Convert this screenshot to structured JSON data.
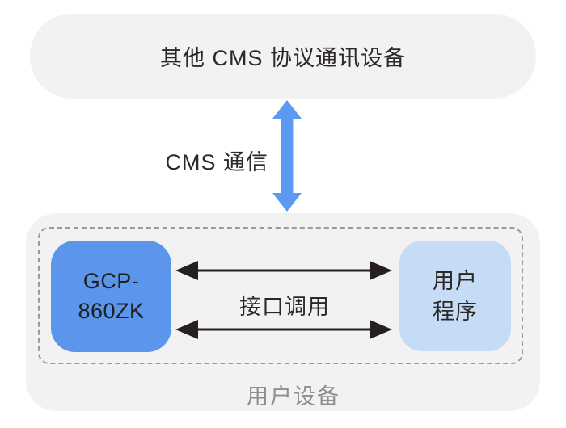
{
  "diagram": {
    "top_node": {
      "label": "其他 CMS 协议通讯设备"
    },
    "cms_link_label": "CMS 通信",
    "group": {
      "label": "用户设备",
      "gcp_node": {
        "line1": "GCP-",
        "line2": "860ZK"
      },
      "user_app_node": {
        "line1": "用户",
        "line2": "程序"
      },
      "interface_link_label": "接口调用"
    },
    "colors": {
      "container_bg": "#f2f2f3",
      "gcp_node_bg": "#5b96ec",
      "user_app_node_bg": "#c6dcf6",
      "blue_arrow": "#5b9af0",
      "black_arrow": "#262020",
      "text_dark": "#2b2826",
      "group_label_gray": "#8e8e8e",
      "dashed_border": "#9a9a9a"
    }
  }
}
